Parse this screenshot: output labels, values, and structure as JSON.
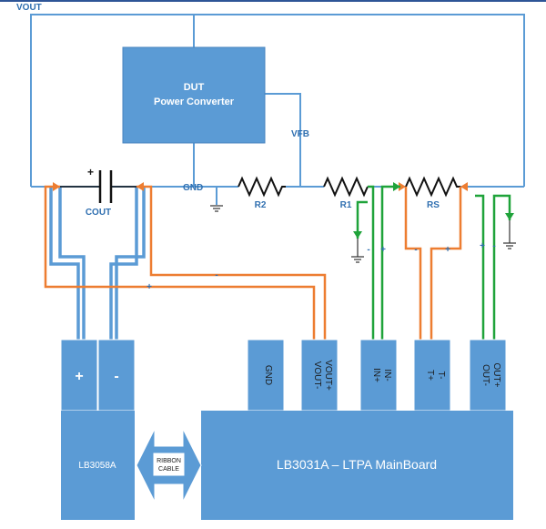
{
  "labels": {
    "vout": "VOUT",
    "dut_line1": "DUT",
    "dut_line2": "Power Converter",
    "vfb": "VFB",
    "gnd": "GND",
    "r2": "R2",
    "r1": "R1",
    "rs": "RS",
    "cout": "COUT",
    "cap_plus": "+"
  },
  "signs": {
    "in_minus": "-",
    "in_plus": "+",
    "t_minus": "-",
    "t_plus": "+",
    "out_plus": "+",
    "out_minus": "-",
    "bus_minus": "-",
    "bus_plus": "+"
  },
  "connectors": {
    "plus": "+",
    "minus": "-",
    "gnd": "GND",
    "vout_line1": "VOUT-",
    "vout_line2": "VOUT+",
    "in_line1": "IN+",
    "in_line2": "IN-",
    "t_line1": "T+",
    "t_line2": "T-",
    "out_line1": "OUT-",
    "out_line2": "OUT+"
  },
  "boards": {
    "left": "LB3058A",
    "main": "LB3031A – LTPA MainBoard",
    "ribbon_line1": "RIBBON",
    "ribbon_line2": "CABLE"
  },
  "colors": {
    "blue_wire": "#5b9bd5",
    "orange_wire": "#ed7d31",
    "green_wire": "#1fa33a",
    "block_fill": "#5b9bd5",
    "top_border": "#2e5597"
  }
}
